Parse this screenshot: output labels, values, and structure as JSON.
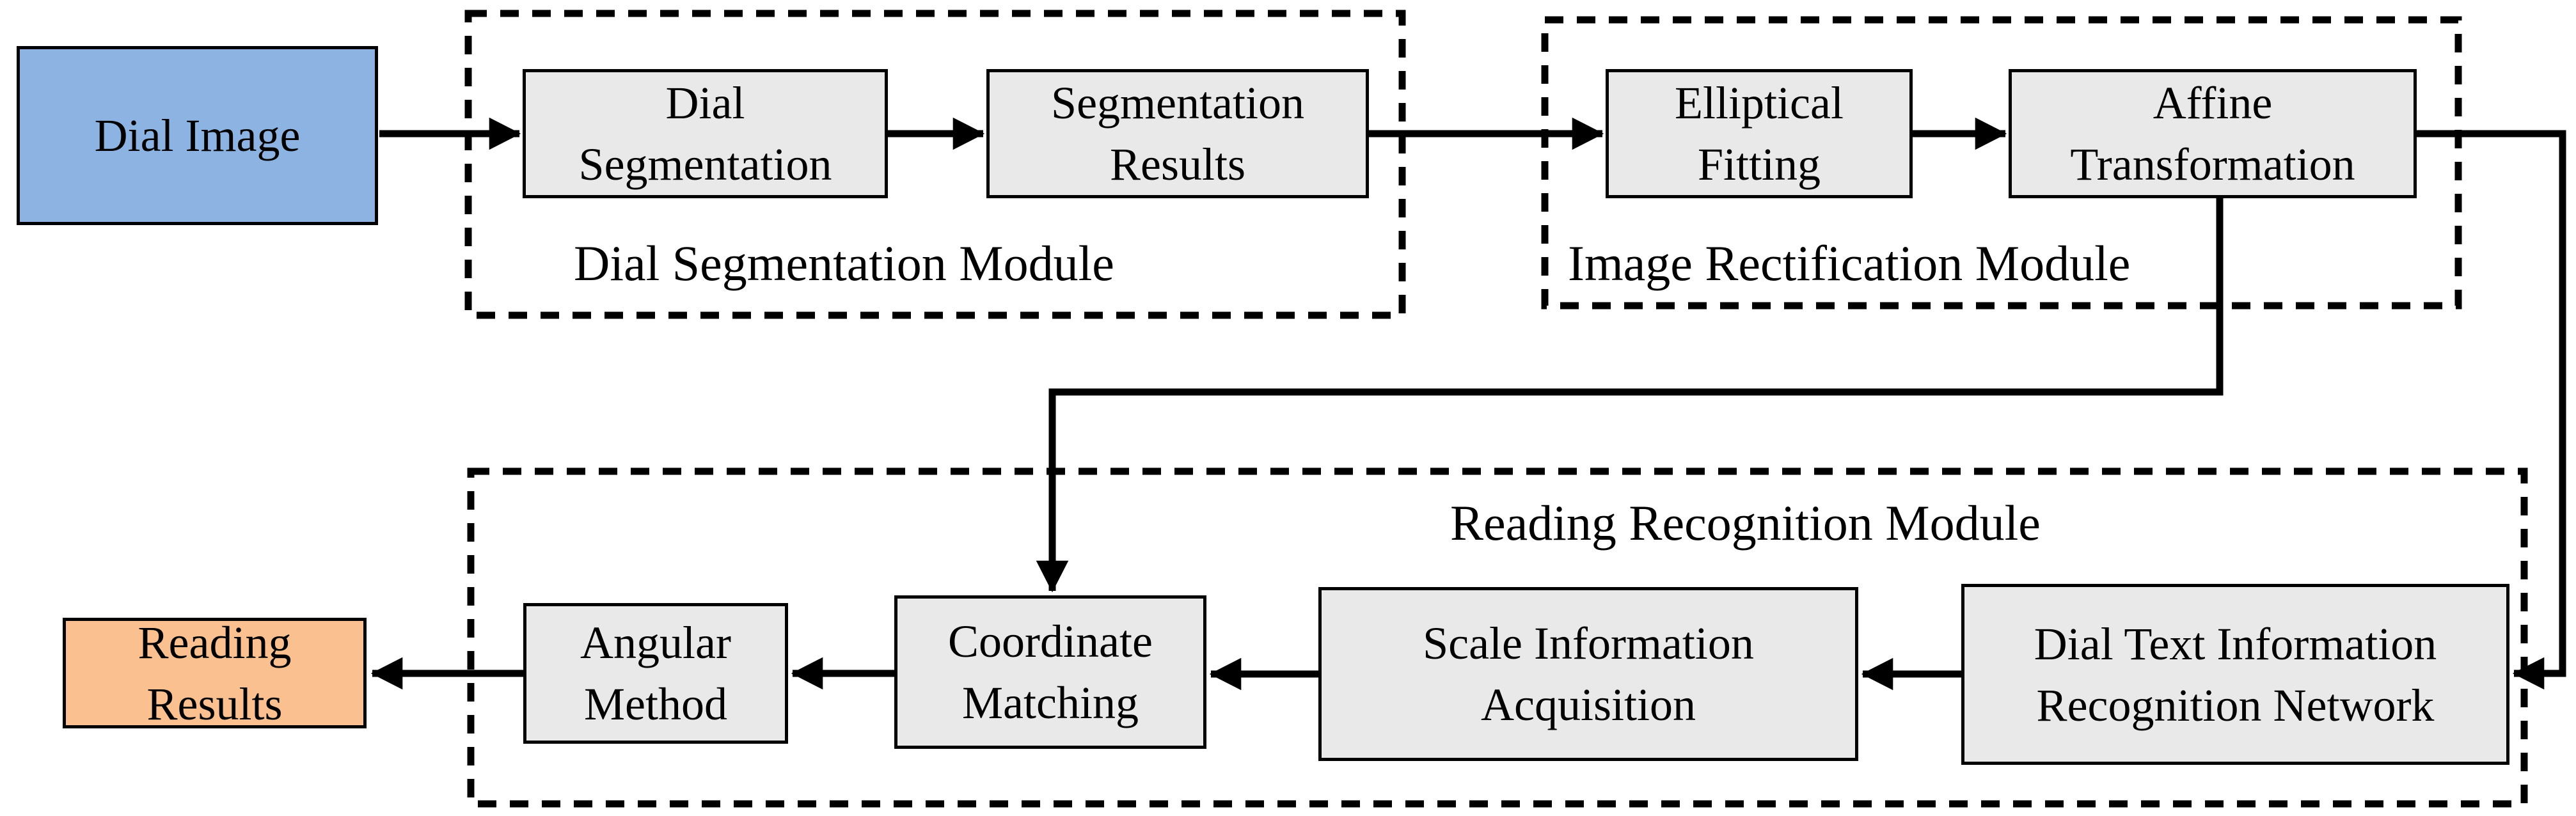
{
  "nodes": {
    "dial_image": {
      "line1": "Dial Image",
      "line2": ""
    },
    "dial_segmentation": {
      "line1": "Dial",
      "line2": "Segmentation"
    },
    "segmentation_results": {
      "line1": "Segmentation",
      "line2": "Results"
    },
    "elliptical_fitting": {
      "line1": "Elliptical",
      "line2": "Fitting"
    },
    "affine_transformation": {
      "line1": "Affine",
      "line2": "Transformation"
    },
    "dial_text_network": {
      "line1": "Dial Text Information",
      "line2": "Recognition Network"
    },
    "scale_information": {
      "line1": "Scale Information",
      "line2": "Acquisition"
    },
    "coordinate_matching": {
      "line1": "Coordinate",
      "line2": "Matching"
    },
    "angular_method": {
      "line1": "Angular",
      "line2": "Method"
    },
    "reading_results": {
      "line1": "Reading",
      "line2": "Results"
    }
  },
  "modules": {
    "dial_segmentation_module": {
      "label": "Dial Segmentation Module"
    },
    "image_rectification_module": {
      "label": "Image Rectification Module"
    },
    "reading_recognition_module": {
      "label": "Reading Recognition Module"
    }
  },
  "colors": {
    "line": "#000000",
    "process_fill": "#E9E9E9",
    "input_fill": "#8DB3E2",
    "output_fill": "#FAC090"
  }
}
